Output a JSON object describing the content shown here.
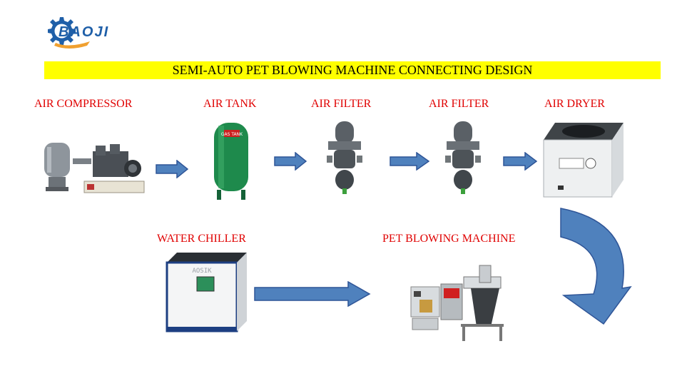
{
  "logo": {
    "text": "BAOJI"
  },
  "title": "SEMI-AUTO PET BLOWING MACHINE CONNECTING DESIGN",
  "nodes": {
    "air_compressor": "AIR COMPRESSOR",
    "air_tank": "AIR TANK",
    "air_filter_1": "AIR FILTER",
    "air_filter_2": "AIR FILTER",
    "air_dryer": "AIR DRYER",
    "water_chiller": "WATER CHILLER",
    "pet_blowing_machine": "PET BLOWING MACHINE"
  },
  "colors": {
    "label": "#e00000",
    "title_bg": "#ffff00",
    "arrow_fill": "#4f81bd",
    "arrow_stroke": "#2f5597"
  },
  "tank_label": "GAS TANK",
  "chiller_brand": "AOSIK"
}
